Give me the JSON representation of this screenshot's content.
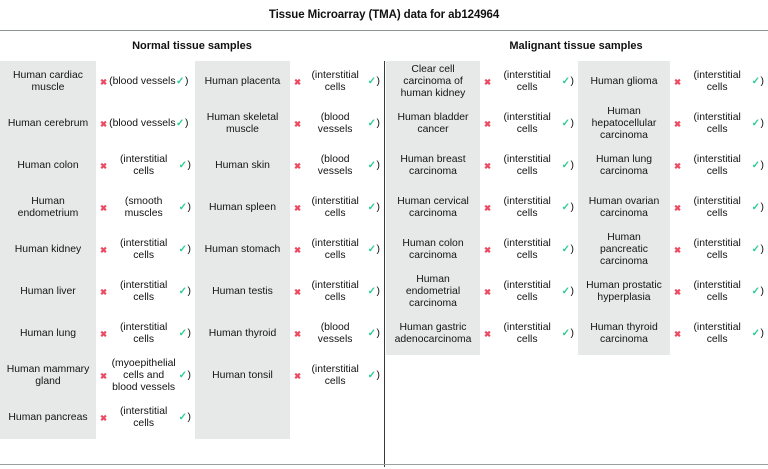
{
  "figure": {
    "title": "Tissue Microarray (TMA) data for ab124964"
  },
  "groups": {
    "normal_label": "Normal tissue samples",
    "malignant_label": "Malignant tissue samples"
  },
  "marks": {
    "negative_icon": "cross-mark",
    "negative_glyph": "✖",
    "positive_icon": "check-mark",
    "positive_glyph": "✓",
    "negative_color": "#ec4a61",
    "positive_color": "#2ecc8f"
  },
  "normal": {
    "column_1": [
      {
        "tissue": "Human cardiac muscle",
        "note_open": "(blood vessels",
        "note_close": ")"
      },
      {
        "tissue": "Human cerebrum",
        "note_open": "(blood vessels",
        "note_close": ")"
      },
      {
        "tissue": "Human colon",
        "note_open": "(interstitial cells",
        "note_close": ")"
      },
      {
        "tissue": "Human endometrium",
        "note_open": "(smooth muscles",
        "note_close": ")"
      },
      {
        "tissue": "Human kidney",
        "note_open": "(interstitial cells",
        "note_close": ")"
      },
      {
        "tissue": "Human liver",
        "note_open": "(interstitial cells",
        "note_close": ")"
      },
      {
        "tissue": "Human lung",
        "note_open": "(interstitial cells",
        "note_close": ")"
      },
      {
        "tissue": "Human mammary gland",
        "note_open": "(myoepithelial cells and blood vessels",
        "note_close": ")"
      },
      {
        "tissue": "Human pancreas",
        "note_open": "(interstitial cells",
        "note_close": ")"
      }
    ],
    "column_2": [
      {
        "tissue": "Human placenta",
        "note_open": "(interstitial cells",
        "note_close": ")"
      },
      {
        "tissue": "Human skeletal muscle",
        "note_open": "(blood vessels",
        "note_close": ")"
      },
      {
        "tissue": "Human skin",
        "note_open": "(blood vessels",
        "note_close": ")"
      },
      {
        "tissue": "Human spleen",
        "note_open": "(interstitial cells",
        "note_close": ")"
      },
      {
        "tissue": "Human stomach",
        "note_open": "(interstitial cells",
        "note_close": ")"
      },
      {
        "tissue": "Human testis",
        "note_open": "(interstitial cells",
        "note_close": ")"
      },
      {
        "tissue": "Human thyroid",
        "note_open": "(blood vessels",
        "note_close": ")"
      },
      {
        "tissue": "Human tonsil",
        "note_open": "(interstitial cells",
        "note_close": ")"
      }
    ]
  },
  "malignant": {
    "column_1": [
      {
        "tissue": "Clear cell carcinoma of human kidney",
        "note_open": "(interstitial cells",
        "note_close": ")"
      },
      {
        "tissue": "Human bladder cancer",
        "note_open": "(interstitial cells",
        "note_close": ")"
      },
      {
        "tissue": "Human breast carcinoma",
        "note_open": "(interstitial cells",
        "note_close": ")"
      },
      {
        "tissue": "Human cervical carcinoma",
        "note_open": "(interstitial cells",
        "note_close": ")"
      },
      {
        "tissue": "Human colon carcinoma",
        "note_open": "(interstitial cells",
        "note_close": ")"
      },
      {
        "tissue": "Human endometrial carcinoma",
        "note_open": "(interstitial cells",
        "note_close": ")"
      },
      {
        "tissue": "Human gastric adenocarcinoma",
        "note_open": "(interstitial cells",
        "note_close": ")"
      }
    ],
    "column_2": [
      {
        "tissue": "Human glioma",
        "note_open": "(interstitial cells",
        "note_close": ")"
      },
      {
        "tissue": "Human hepatocellular carcinoma",
        "note_open": "(interstitial cells",
        "note_close": ")"
      },
      {
        "tissue": "Human lung carcinoma",
        "note_open": "(interstitial cells",
        "note_close": ")"
      },
      {
        "tissue": "Human ovarian carcinoma",
        "note_open": "(interstitial cells",
        "note_close": ")"
      },
      {
        "tissue": "Human pancreatic carcinoma",
        "note_open": "(interstitial cells",
        "note_close": ")"
      },
      {
        "tissue": "Human prostatic hyperplasia",
        "note_open": "(interstitial cells",
        "note_close": ")"
      },
      {
        "tissue": "Human thyroid carcinoma",
        "note_open": "(interstitial cells",
        "note_close": ")"
      }
    ]
  }
}
